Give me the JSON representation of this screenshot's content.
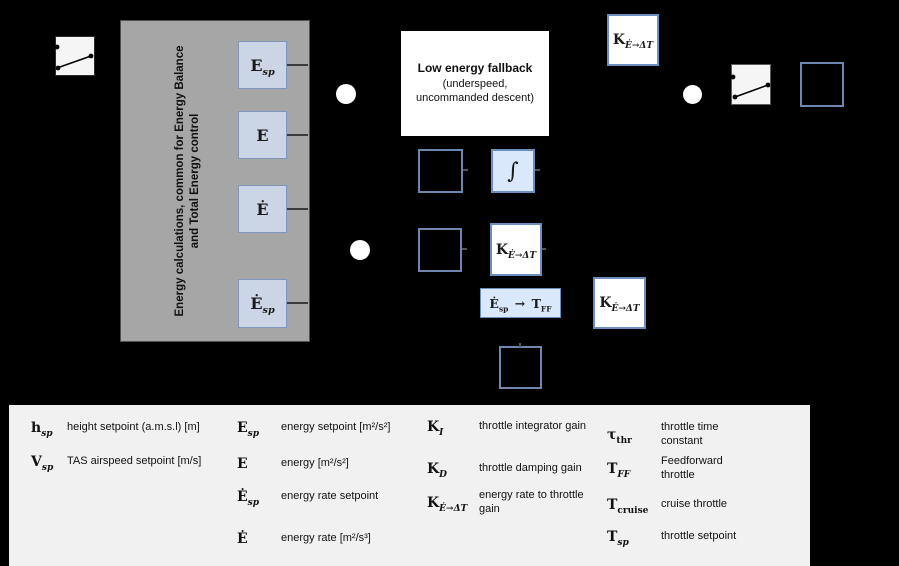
{
  "colors": {
    "background": "#000000",
    "panel_gray": "#a6a6a6",
    "block_blue_fill": "#ccd5e5",
    "block_blue_border": "#7d96bc",
    "accent_blue_border": "#6c8ebf",
    "light_blue_fill": "#dae8fc",
    "white_block": "#ffffff",
    "legend_background": "#f1f1f1",
    "switch_fill": "#f5f5f5"
  },
  "diagram": {
    "energy_panel": {
      "label_line1": "Energy calculations, common for Energy Balance",
      "label_line2": "and Total Energy control",
      "blocks": [
        {
          "base": "E",
          "sub": "sp"
        },
        {
          "base": "E",
          "sub": ""
        },
        {
          "base": "Ė",
          "sub": ""
        },
        {
          "base": "Ė",
          "sub": "sp"
        }
      ]
    },
    "fallback": {
      "title": "Low energy fallback",
      "sub1": "(underspeed,",
      "sub2": "uncommanded descent)"
    },
    "integrator": {
      "symbol": "∫"
    },
    "gain_blocks": {
      "top": {
        "base": "K",
        "sub": "Ė→ΔT"
      },
      "mid": {
        "base": "K",
        "sub": "Ė→ΔT"
      },
      "right": {
        "base": "K",
        "sub": "Ė→ΔT"
      }
    },
    "feedforward_block": {
      "b1": "Ė",
      "s1": "sp",
      "arrow": "→",
      "b2": "T",
      "s2": "FF"
    }
  },
  "legend": {
    "entries": [
      {
        "sym": {
          "base": "h",
          "sub": "sp"
        },
        "desc": "height setpoint (a.m.s.l) [m]"
      },
      {
        "sym": {
          "base": "V",
          "sub": "sp"
        },
        "desc": "TAS airspeed setpoint [m/s]"
      },
      {
        "sym": {
          "base": "E",
          "sub": "sp"
        },
        "desc": "energy setpoint [m²/s²]"
      },
      {
        "sym": {
          "base": "E",
          "sub": ""
        },
        "desc": "energy [m²/s²]"
      },
      {
        "sym": {
          "base": "Ė",
          "sub": "sp"
        },
        "desc": "energy rate setpoint"
      },
      {
        "sym": {
          "base": "Ė",
          "sub": ""
        },
        "desc": "energy rate [m²/s³]"
      },
      {
        "sym": {
          "base": "K",
          "sub": "I"
        },
        "desc": "throttle integrator gain"
      },
      {
        "sym": {
          "base": "K",
          "sub": "D"
        },
        "desc": "throttle damping gain"
      },
      {
        "sym": {
          "base": "K",
          "sub": "Ė→ΔT"
        },
        "desc": "energy rate to throttle gain"
      },
      {
        "sym": {
          "base": "τ",
          "sub": "thr"
        },
        "desc": "throttle time constant"
      },
      {
        "sym": {
          "base": "T",
          "sub": "FF"
        },
        "desc": "Feedforward throttle"
      },
      {
        "sym": {
          "base": "T",
          "sub": "cruise"
        },
        "desc": "cruise throttle"
      },
      {
        "sym": {
          "base": "T",
          "sub": "sp"
        },
        "desc": "throttle setpoint"
      }
    ]
  }
}
